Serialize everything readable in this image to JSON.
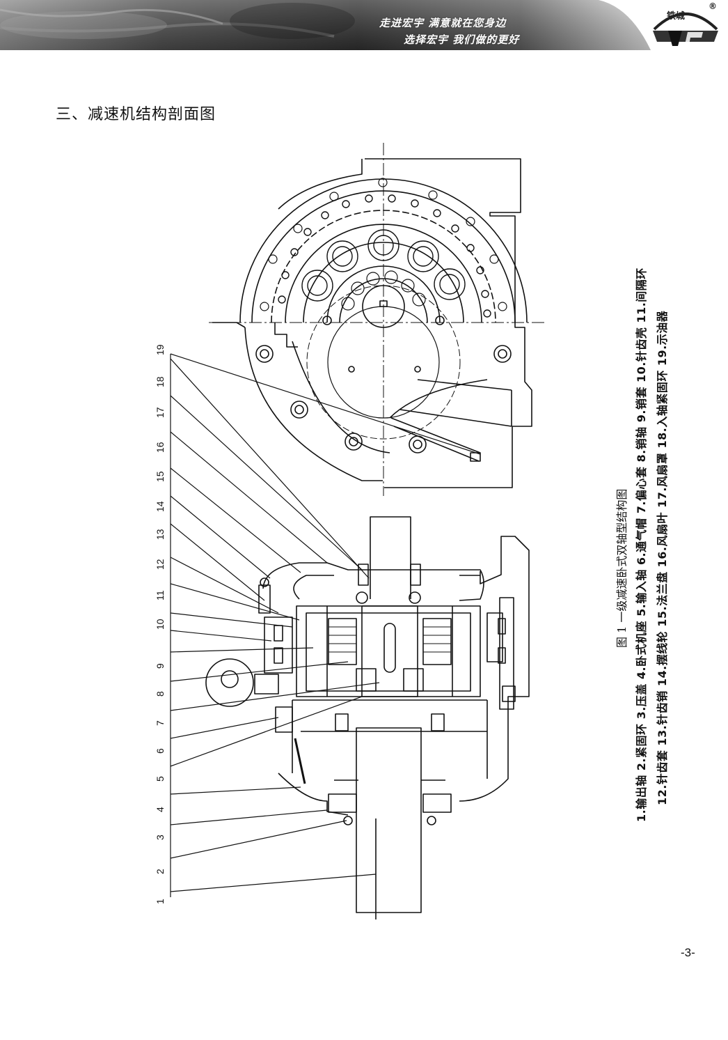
{
  "header": {
    "slogan_line1": "走进宏宇  满意就在您身边",
    "slogan_line2": "选择宏宇  我们做的更好",
    "logo_text": "铁城",
    "logo_mark": "®",
    "band_color": "#3a3a3a"
  },
  "section_title": "三、减速机结构剖面图",
  "figure": {
    "caption": "图 1    一级减速卧式双轴型结构图",
    "legend_line1": "1.输出轴 2.紧固环 3.压盖 4.卧式机座 5.输入轴 6.通气帽 7.偏心套 8.销轴 9.销套 10.针齿壳 11.间隔环",
    "legend_line2": "12.针齿套 13.针齿销 14.摆线轮 15.法兰盘 16.风扇叶 17.风扇罩 18.入轴紧固环 19.示油器",
    "part_numbers": [
      "1",
      "2",
      "3",
      "4",
      "5",
      "6",
      "7",
      "8",
      "9",
      "10",
      "11",
      "12",
      "13",
      "14",
      "15",
      "16",
      "17",
      "18",
      "19"
    ]
  },
  "page_number": "-3-"
}
